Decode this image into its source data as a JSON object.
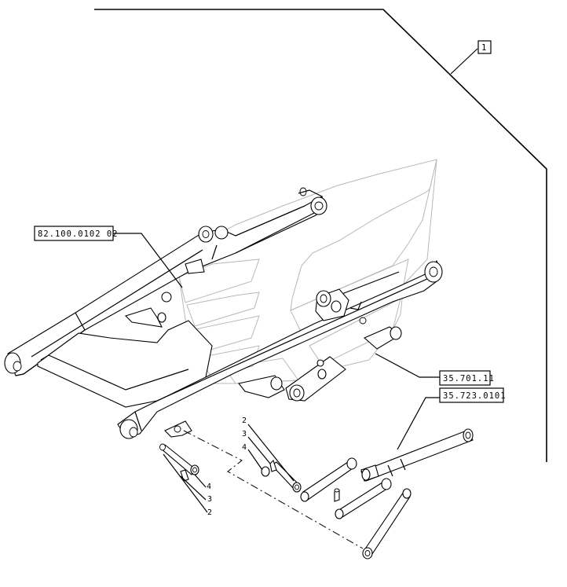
{
  "diagram": {
    "callouts": {
      "ref_1": "1",
      "assembly_ref": "82.100.0102 02",
      "cylinder_ref": "35.701.11",
      "piston_ref": "35.723.0101"
    },
    "left_pin_group": {
      "item_a": "4",
      "item_b": "3",
      "item_c": "2"
    },
    "center_pin_group": {
      "item_a": "2",
      "item_b": "3",
      "item_c": "4"
    }
  }
}
